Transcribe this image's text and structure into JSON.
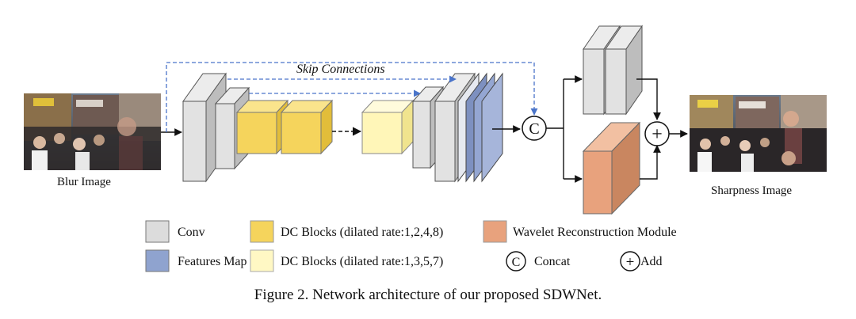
{
  "diagram": {
    "input_label": "Blur Image",
    "output_label": "Sharpness Image",
    "skip_label": "Skip Connections",
    "concat_symbol": "C",
    "add_symbol": "+"
  },
  "legend": {
    "conv": "Conv",
    "features_map": "Features Map",
    "dc_blocks_a": "DC Blocks (dilated rate:1,2,4,8)",
    "dc_blocks_b": "DC Blocks (dilated rate:1,3,5,7)",
    "wavelet": "Wavelet Reconstruction Module",
    "concat": "Concat",
    "add": "Add"
  },
  "caption": "Figure 2. Network architecture of our proposed SDWNet.",
  "colors": {
    "conv": "#dcdcdc",
    "features_map": "#8fa3cf",
    "dc_a": "#f5d45c",
    "dc_b": "#fff8c4",
    "wavelet": "#e8a27d",
    "skip": "#4a74c9"
  }
}
